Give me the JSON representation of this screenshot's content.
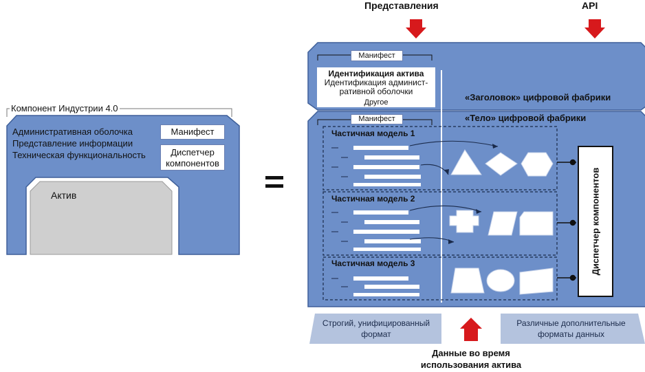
{
  "left": {
    "title": "Компонент Индустрии 4.0",
    "lines": [
      "Административная оболочка",
      "Представление информации",
      "Техническая функциональность"
    ],
    "manifest": "Манифест",
    "dispatcher_line1": "Диспетчер",
    "dispatcher_line2": "компонентов",
    "asset": "Актив"
  },
  "equals": "=",
  "top": {
    "views": "Представления",
    "api": "API"
  },
  "header": {
    "manifest": "Манифест",
    "asset_id": "Идентификация актива",
    "shell_id_line1": "Идентификация админист-",
    "shell_id_line2": "ративной оболочки",
    "other": "Другое",
    "title": "«Заголовок» цифровой фабрики"
  },
  "body": {
    "manifest": "Манифест",
    "title": "«Тело» цифровой фабрики",
    "submodels": [
      "Частичная модель 1",
      "Частичная модель 2",
      "Частичная модель 3"
    ],
    "dispatcher": "Диспетчер компонентов"
  },
  "bottom": {
    "strict_line1": "Строгий, унифицированный",
    "strict_line2": "формат",
    "various_line1": "Различные дополнительные",
    "various_line2": "форматы данных",
    "runtime_line1": "Данные во время",
    "runtime_line2": "использования актива"
  },
  "colors": {
    "blue": "#6d8fc9",
    "border": "#3e5f99",
    "arrow": "#d7191c",
    "asset": "#cfcfcf"
  }
}
